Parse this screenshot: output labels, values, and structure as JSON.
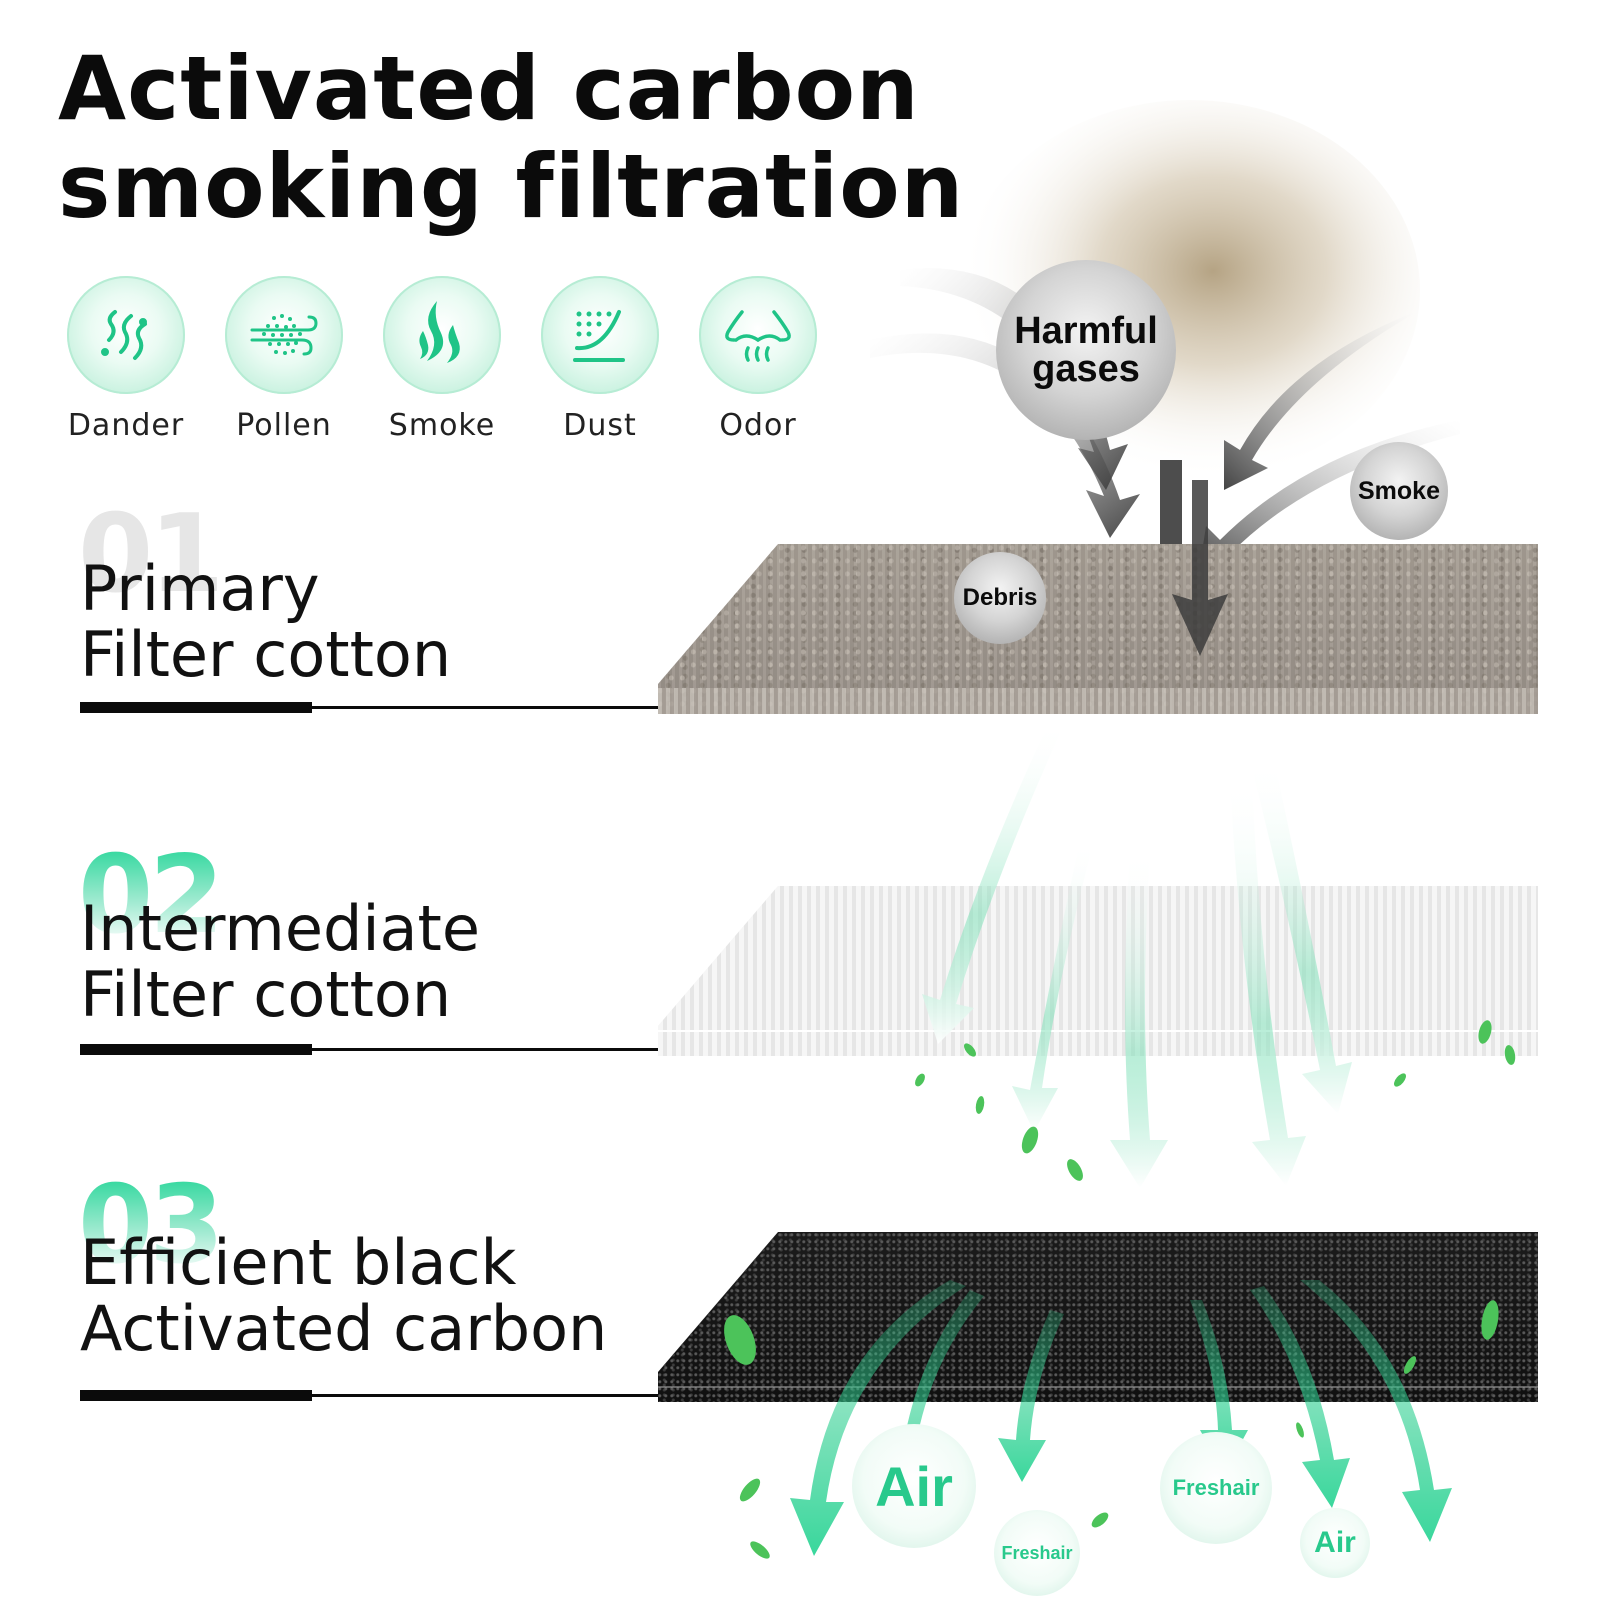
{
  "title": {
    "line1": "Activated carbon",
    "line2": "smoking filtration"
  },
  "icons": [
    {
      "icon": "dander-icon",
      "label": "Dander"
    },
    {
      "icon": "pollen-icon",
      "label": "Pollen"
    },
    {
      "icon": "smoke-icon",
      "label": "Smoke"
    },
    {
      "icon": "dust-icon",
      "label": "Dust"
    },
    {
      "icon": "odor-icon",
      "label": "Odor"
    }
  ],
  "layers": [
    {
      "number": "01",
      "line1": "Primary",
      "line2": "Filter cotton"
    },
    {
      "number": "02",
      "line1": "Intermediate",
      "line2": "Filter cotton"
    },
    {
      "number": "03",
      "line1": "Efficient black",
      "line2": "Activated carbon"
    }
  ],
  "pollutants": {
    "harmful_gases_line1": "Harmful",
    "harmful_gases_line2": "gases",
    "smoke": "Smoke",
    "debris": "Debris"
  },
  "outputs": {
    "air_1": "Air",
    "freshair_1": "Freshair",
    "freshair_2": "Freshair",
    "air_2": "Air"
  },
  "colors": {
    "accent_green": "#28c98c",
    "text": "#0b0b0b",
    "slab_primary": "#a39b91",
    "slab_intermediate": "#eeeeee",
    "slab_carbon": "#141414"
  }
}
